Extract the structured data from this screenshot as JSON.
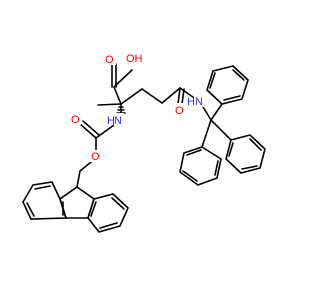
{
  "colors": {
    "background": "#ffffff",
    "bond": "#000000",
    "oxygen": "#ff0000",
    "nitrogen": "#3333ff"
  },
  "labels": {
    "carboxylic_oh": "OH",
    "carboxylic_o": "O",
    "carbamate_nh": "N",
    "carbamate_h": "H",
    "carbamate_carbonyl_o": "O",
    "carbamate_ester_o": "O",
    "amide_o": "O",
    "amide_n": "N",
    "amide_h": "H"
  }
}
